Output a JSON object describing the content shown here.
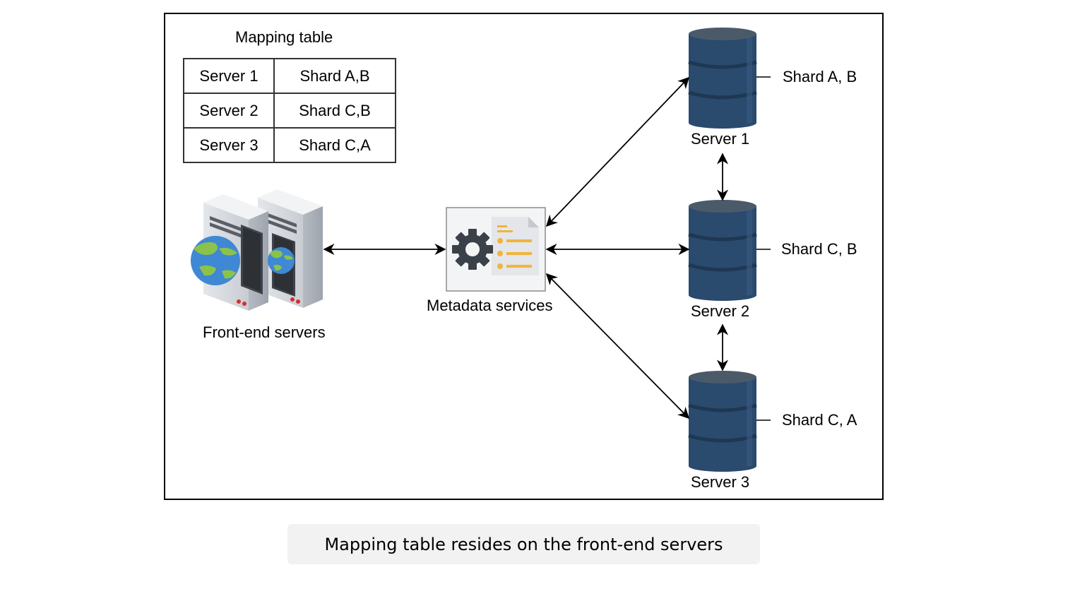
{
  "mapping_table": {
    "title": "Mapping table",
    "rows": [
      {
        "server": "Server 1",
        "shards": "Shard A,B"
      },
      {
        "server": "Server 2",
        "shards": "Shard C,B"
      },
      {
        "server": "Server 3",
        "shards": "Shard C,A"
      }
    ]
  },
  "nodes": {
    "frontend": {
      "label": "Front-end servers",
      "icon": "web-server-icon"
    },
    "metadata": {
      "label": "Metadata services",
      "icon": "gear-document-icon"
    },
    "servers": [
      {
        "label": "Server 1",
        "shard_label": "Shard A, B"
      },
      {
        "label": "Server 2",
        "shard_label": "Shard C, B"
      },
      {
        "label": "Server 3",
        "shard_label": "Shard C, A"
      }
    ]
  },
  "caption": "Mapping table resides on the front-end servers",
  "colors": {
    "database": "#2a4a6e",
    "database_dark": "#1e3753",
    "database_top": "#4b5a69",
    "accent_orange": "#f0b43c",
    "globe_blue": "#3e88d4",
    "globe_green": "#8bc34a"
  }
}
